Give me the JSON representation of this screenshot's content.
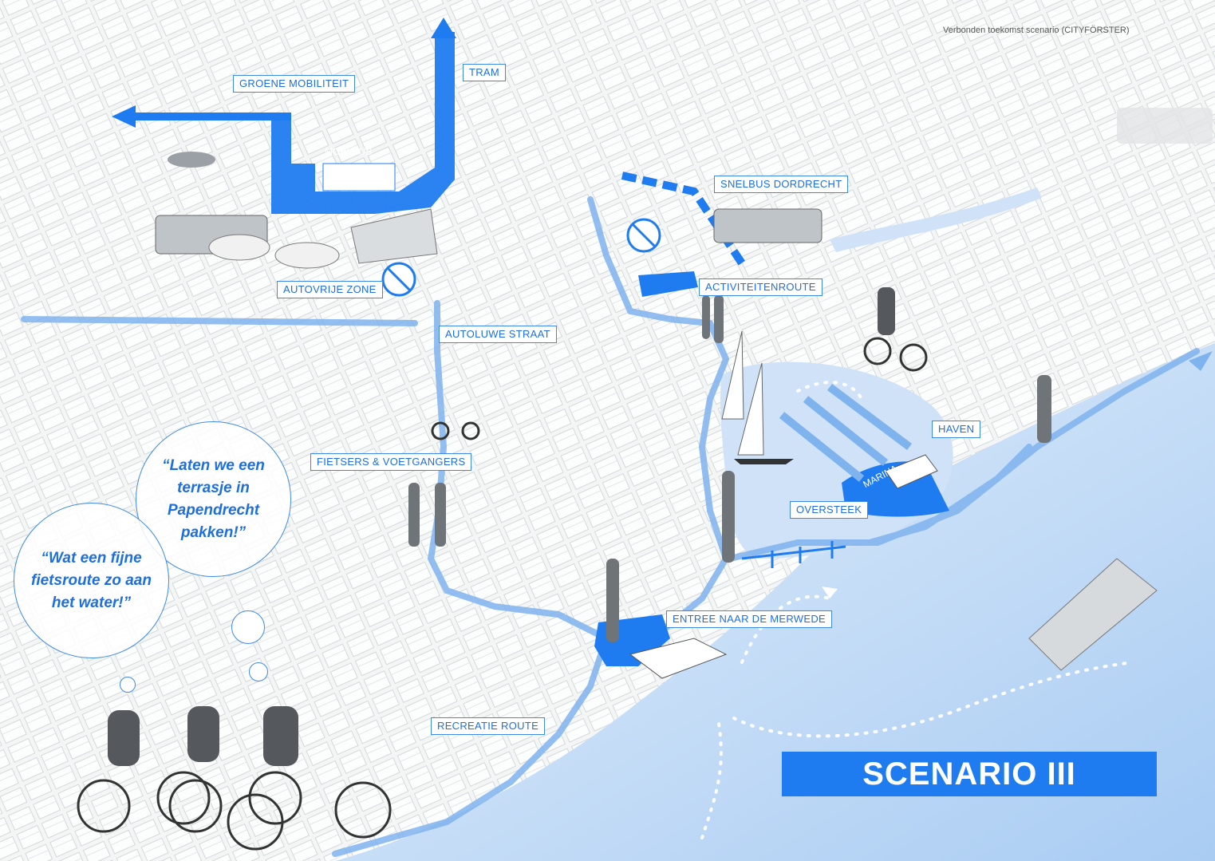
{
  "credit": "Verbonden toekomst scenario (CITYFÖRSTER)",
  "title": "SCENARIO III",
  "labels": {
    "groene_mobiliteit": "GROENE MOBILITEIT",
    "tram": "TRAM",
    "mobi_hub": "MOBI HUB",
    "snelbus": "SNELBUS DORDRECHT",
    "autovrije_zone": "AUTOVRIJE ZONE",
    "activiteitenroute": "ACTIVITEITENROUTE",
    "autoluwe_straat": "AUTOLUWE STRAAT",
    "fietsers": "FIETSERS & VOETGANGERS",
    "haven": "HAVEN",
    "marina": "MARINA",
    "oversteek": "OVERSTEEK",
    "entree": "ENTREE NAAR DE MERWEDE",
    "recreatie": "RECREATIE ROUTE"
  },
  "quotes": {
    "terrasje": "“Laten we een terrasje  in Papendrecht pakken!”",
    "fietsroute": "“Wat een fijne fietsroute zo aan het water!”"
  },
  "colors": {
    "accent": "#1f7cf0",
    "route": "#7fb3ee",
    "water": "#cfe2f7",
    "land": "#f4f6f5"
  },
  "icons": [
    "no-car-sign-icon",
    "drone-icon",
    "bus-icon",
    "tram-icon",
    "car-icon",
    "sailboat-icon",
    "ferry-icon",
    "cyclist-icon",
    "pedestrian-icon"
  ]
}
